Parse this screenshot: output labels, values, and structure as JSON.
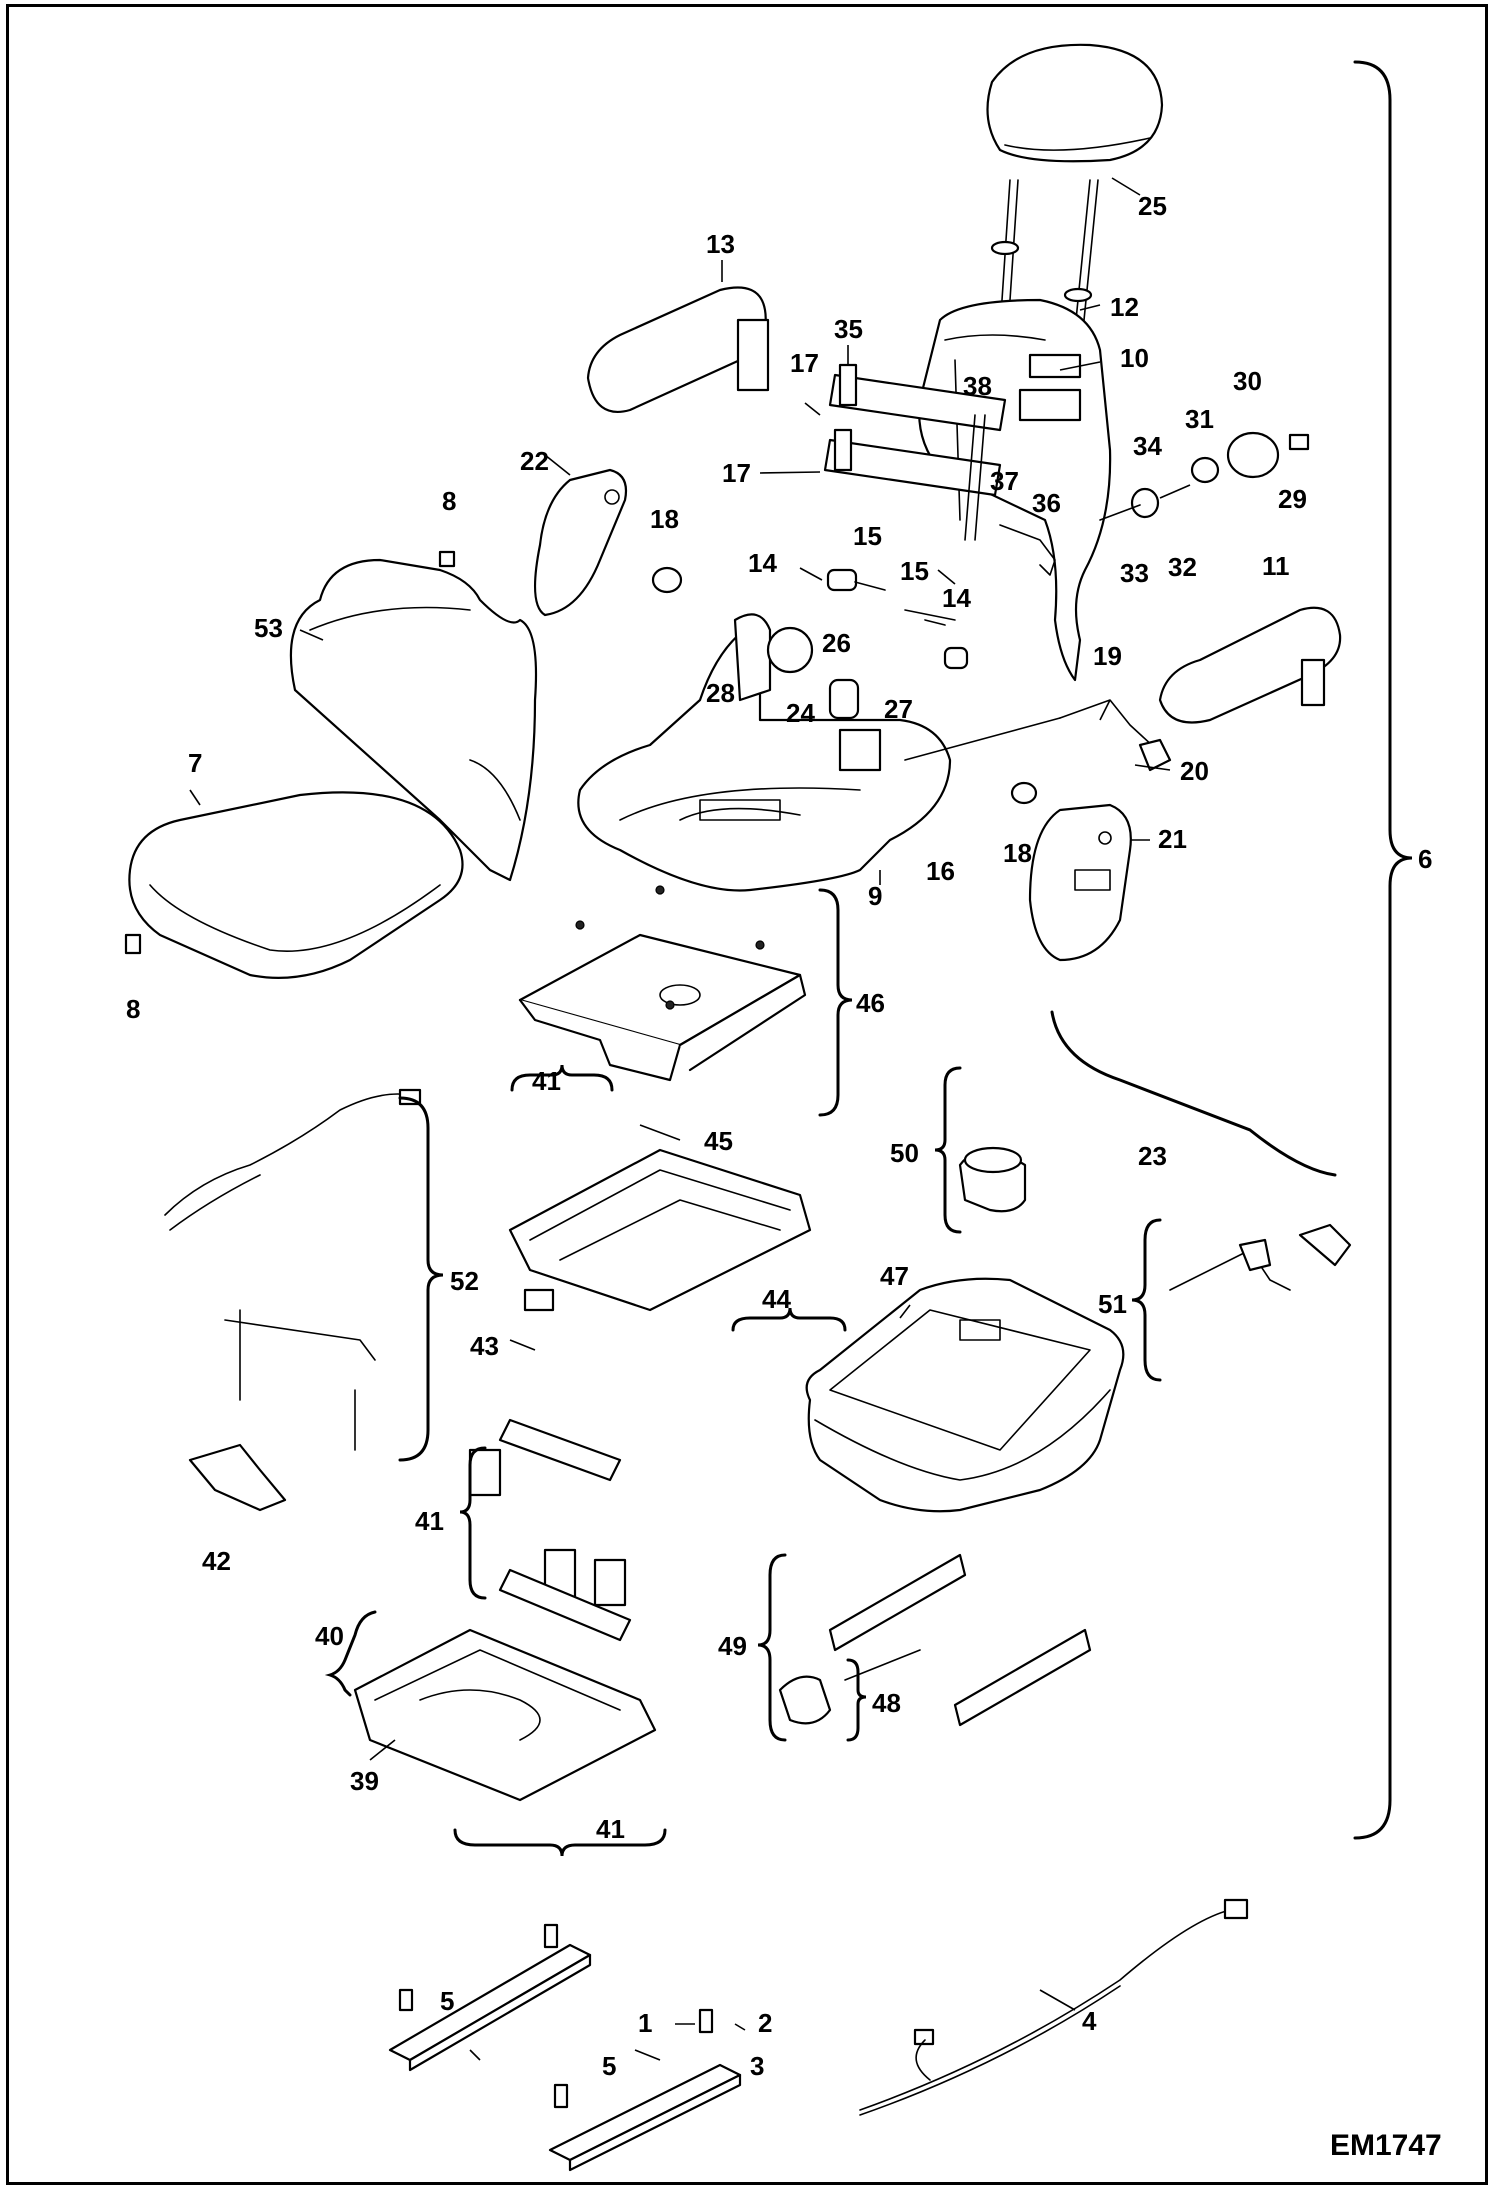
{
  "figure_id": "EM1747",
  "callouts": {
    "c1": "1",
    "c2": "2",
    "c3": "3",
    "c4": "4",
    "c5a": "5",
    "c5b": "5",
    "c6": "6",
    "c7": "7",
    "c8a": "8",
    "c8b": "8",
    "c9": "9",
    "c10": "10",
    "c11": "11",
    "c12": "12",
    "c13": "13",
    "c14a": "14",
    "c14b": "14",
    "c15a": "15",
    "c15b": "15",
    "c16": "16",
    "c17a": "17",
    "c17b": "17",
    "c18a": "18",
    "c18b": "18",
    "c19": "19",
    "c20": "20",
    "c21": "21",
    "c22": "22",
    "c23": "23",
    "c24": "24",
    "c25": "25",
    "c26": "26",
    "c27": "27",
    "c28": "28",
    "c29": "29",
    "c30": "30",
    "c31": "31",
    "c32": "32",
    "c33": "33",
    "c34": "34",
    "c35": "35",
    "c36": "36",
    "c37": "37",
    "c38": "38",
    "c39": "39",
    "c40": "40",
    "c41a": "41",
    "c41b": "41",
    "c41c": "41",
    "c42": "42",
    "c43": "43",
    "c44": "44",
    "c45": "45",
    "c46": "46",
    "c47": "47",
    "c48": "48",
    "c49": "49",
    "c50": "50",
    "c51": "51",
    "c52": "52",
    "c53": "53"
  }
}
